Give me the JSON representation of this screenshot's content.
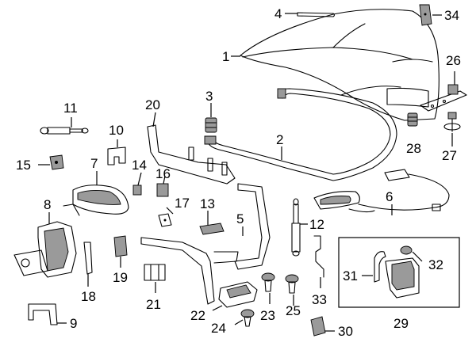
{
  "callouts": {
    "c1": "1",
    "c2": "2",
    "c3": "3",
    "c4": "4",
    "c5": "5",
    "c6": "6",
    "c7": "7",
    "c8": "8",
    "c9": "9",
    "c10": "10",
    "c11": "11",
    "c12": "12",
    "c13": "13",
    "c14": "14",
    "c15": "15",
    "c16": "16",
    "c17": "17",
    "c18": "18",
    "c19": "19",
    "c20": "20",
    "c21": "21",
    "c22": "22",
    "c23": "23",
    "c24": "24",
    "c25": "25",
    "c26": "26",
    "c27": "27",
    "c28": "28",
    "c29": "29",
    "c30": "30",
    "c31": "31",
    "c32": "32",
    "c33": "33",
    "c34": "34"
  }
}
